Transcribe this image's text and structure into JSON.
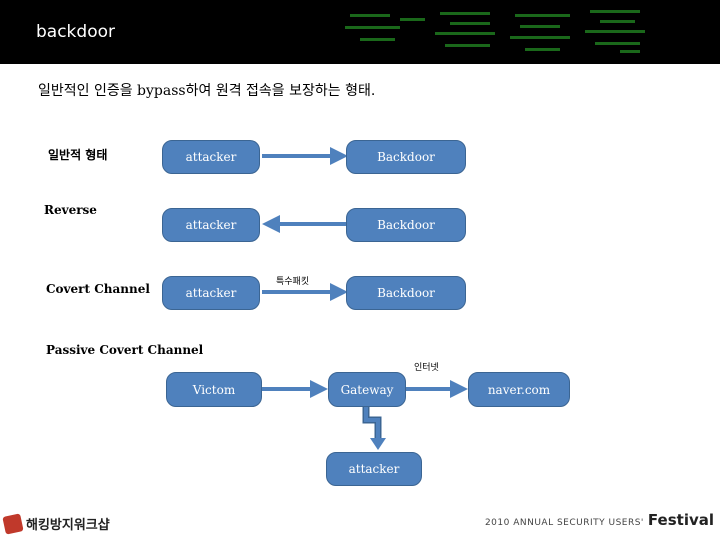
{
  "header": {
    "title": "backdoor"
  },
  "subtitle": "일반적인 인증을 bypass하여 원격 접속을 보장하는 형태.",
  "rows": {
    "general": {
      "label": "일반적 형태",
      "left": "attacker",
      "right": "Backdoor"
    },
    "reverse": {
      "label": "Reverse",
      "left": "attacker",
      "right": "Backdoor"
    },
    "covert": {
      "label": "Covert Channel",
      "left": "attacker",
      "right": "Backdoor",
      "arrow_label": "특수패킷"
    },
    "passive": {
      "label": "Passive Covert Channel",
      "victim": "Victom",
      "gateway": "Gateway",
      "destination": "naver.com",
      "attacker": "attacker",
      "arrow_label": "인터넷"
    }
  },
  "footer": {
    "logo_text": "해킹방지워크샵",
    "event_text": "2010 ANNUAL SECURITY USERS'",
    "event_brand": "Festival"
  },
  "colors": {
    "node_fill": "#4f81bd",
    "arrow": "#4f81bd",
    "header_bg": "#000000"
  }
}
